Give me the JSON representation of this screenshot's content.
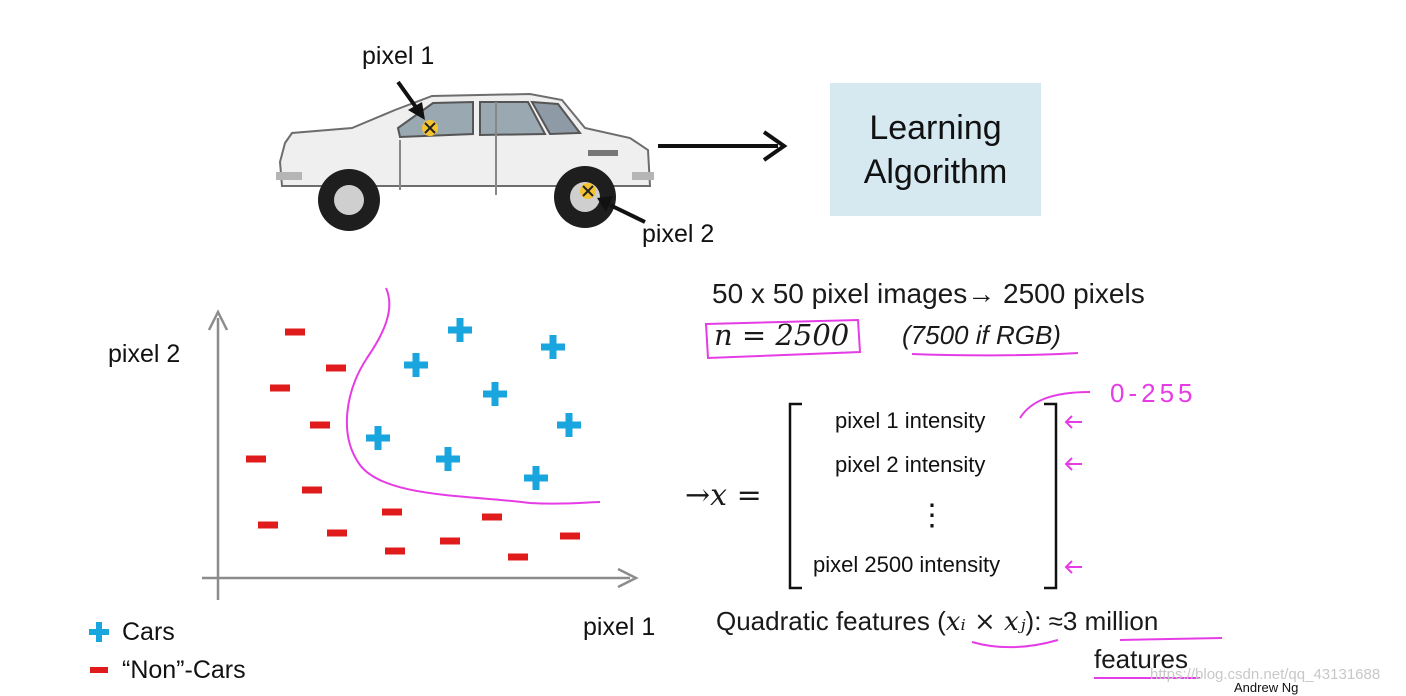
{
  "diagram": {
    "pixel1_label": "pixel 1",
    "pixel2_label": "pixel 2",
    "algorithm_line1": "Learning",
    "algorithm_line2": "Algorithm"
  },
  "plot": {
    "y_label": "pixel 2",
    "x_label": "pixel 1",
    "legend": [
      {
        "symbol": "plus",
        "label": "Cars"
      },
      {
        "symbol": "minus",
        "label": "“Non”-Cars"
      }
    ],
    "colors": {
      "cars": "#19a5de",
      "non_cars": "#e01b1b",
      "boundary": "#e63ce6",
      "axis": "#8c8c8c"
    }
  },
  "text": {
    "headline": "50 x 50 pixel images→ 2500 pixels",
    "n_equation": "n = 2500",
    "rgb_note": "(7500 if RGB)",
    "annotation_range": "0-255",
    "x_var": "→x =",
    "matrix_rows": [
      "pixel 1 intensity",
      "pixel 2 intensity",
      "⋮",
      "pixel 2500 intensity"
    ],
    "quad_prefix": "Quadratic features (",
    "quad_math": "xᵢ × xⱼ",
    "quad_suffix": "): ≈",
    "quad_count": "3 million",
    "quad_features": "features",
    "watermark": "https://blog.csdn.net/qq_43131688",
    "author": "Andrew Ng"
  }
}
